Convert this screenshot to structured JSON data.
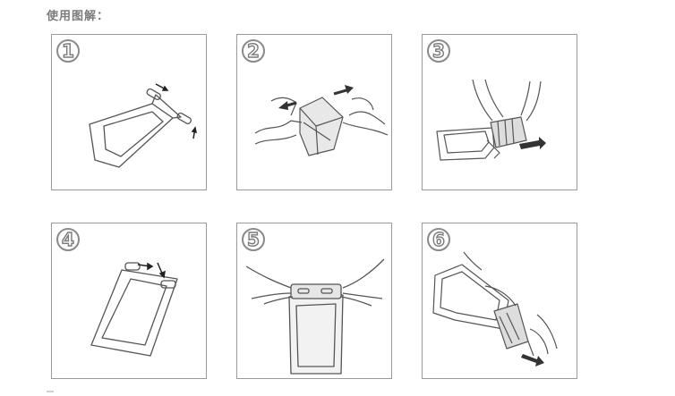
{
  "header": {
    "title": "使用图解："
  },
  "steps": [
    {
      "number": "1"
    },
    {
      "number": "2"
    },
    {
      "number": "3"
    },
    {
      "number": "4"
    },
    {
      "number": "5"
    },
    {
      "number": "6"
    }
  ]
}
